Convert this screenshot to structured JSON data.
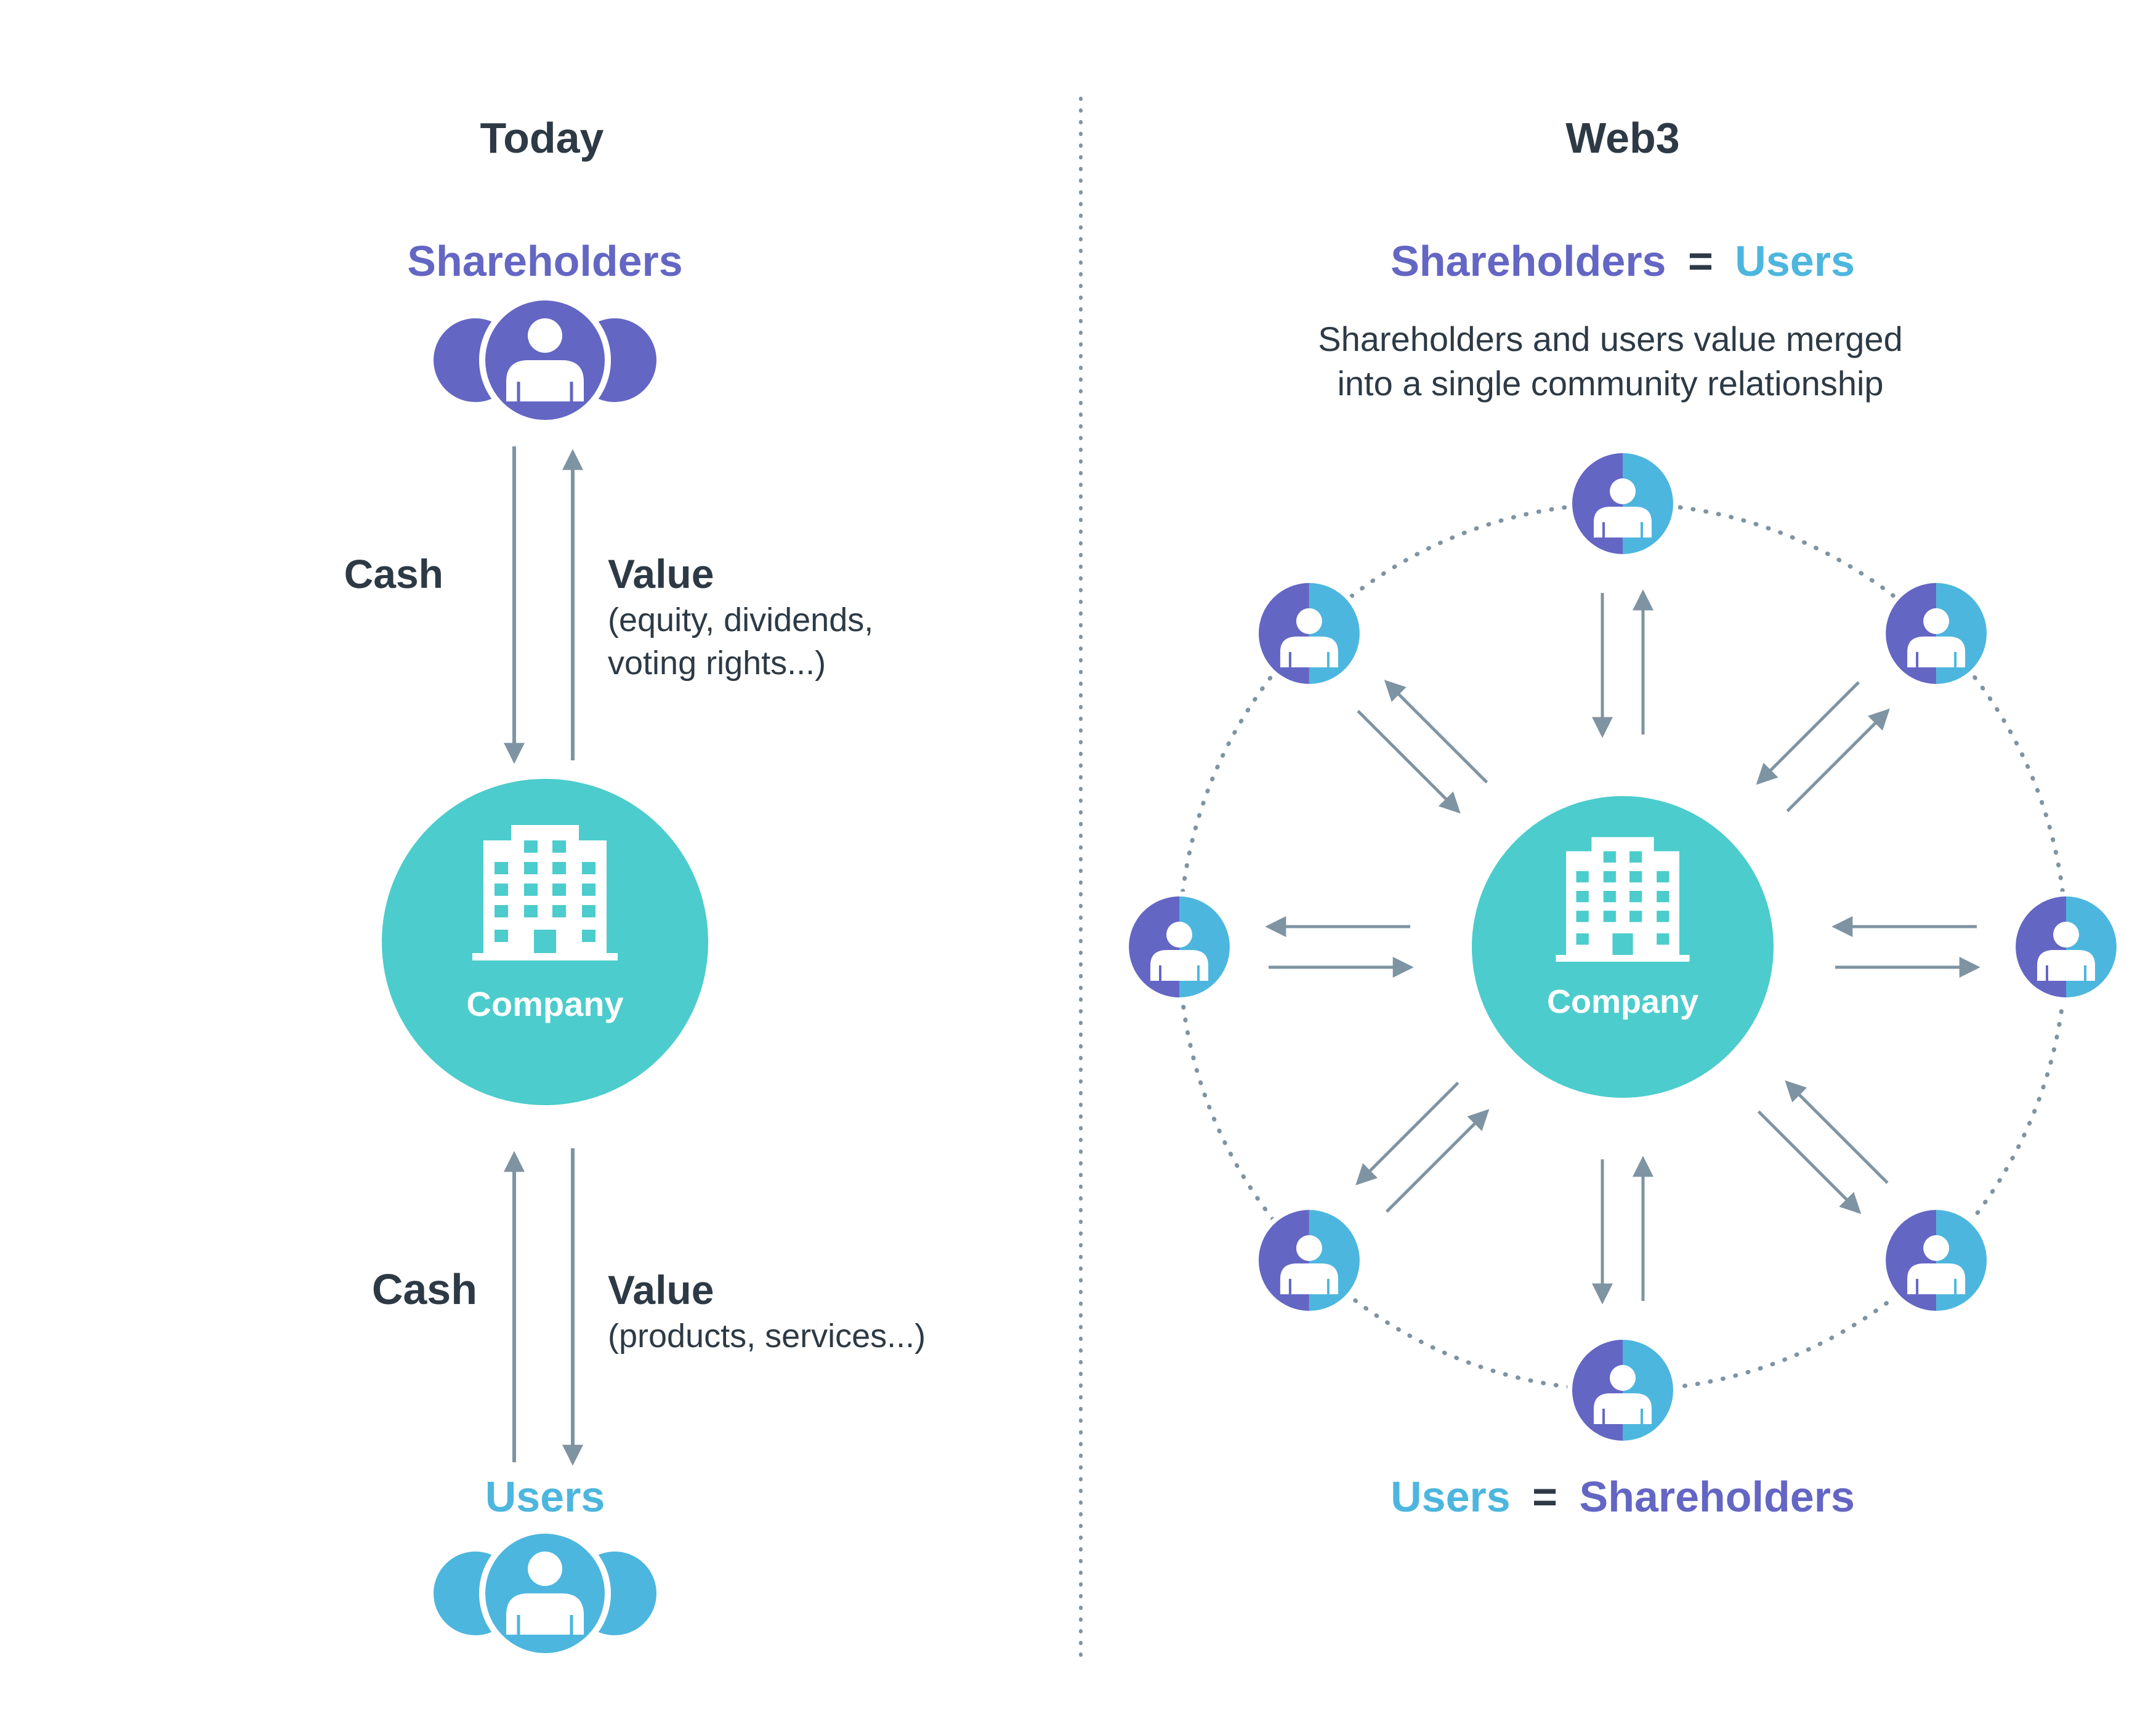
{
  "colors": {
    "purple": "#6466c4",
    "blue": "#4db6de",
    "teal": "#4ccccc",
    "arrow": "#7f94a2",
    "text": "#2d3a45",
    "divider": "#7f94a2"
  },
  "today": {
    "title": "Today",
    "shareholders_label": "Shareholders",
    "users_label": "Users",
    "company_label": "Company",
    "upper_cash": "Cash",
    "upper_value": "Value",
    "upper_value_note_line1": "(equity, dividends,",
    "upper_value_note_line2": "voting rights...)",
    "lower_cash": "Cash",
    "lower_value": "Value",
    "lower_value_note": "(products, services...)"
  },
  "web3": {
    "title": "Web3",
    "top_left": "Shareholders",
    "top_equals": "=",
    "top_right": "Users",
    "description_line1": "Shareholders and users value merged",
    "description_line2": "into a single community relationship",
    "company_label": "Company",
    "bottom_left": "Users",
    "bottom_equals": "=",
    "bottom_right": "Shareholders",
    "member_count": 8
  },
  "icons": {
    "group": "people-group-icon",
    "member": "person-icon",
    "company": "office-building-icon"
  }
}
